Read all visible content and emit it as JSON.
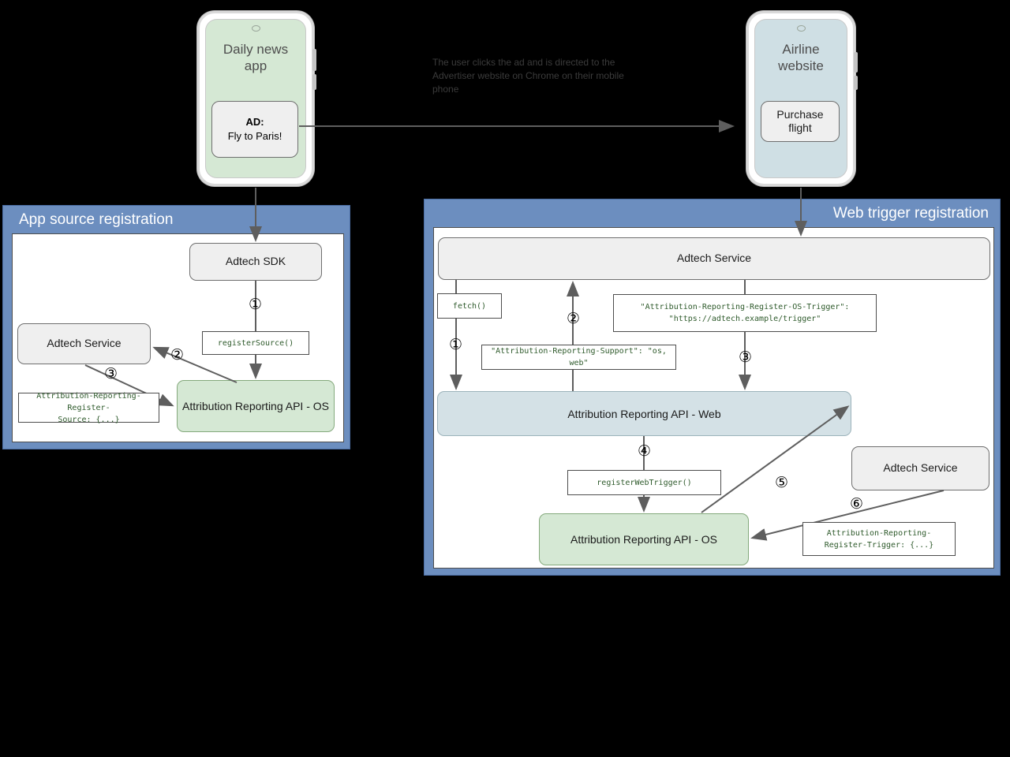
{
  "caption": "The user clicks the ad and is directed to the Advertiser website on Chrome on their mobile phone",
  "phones": {
    "left": {
      "title": "Daily news\napp",
      "ad_title": "AD:",
      "ad_text": "Fly to Paris!"
    },
    "right": {
      "title": "Airline\nwebsite",
      "button": "Purchase\nflight"
    }
  },
  "app_panel": {
    "title": "App source registration",
    "sdk": "Adtech SDK",
    "adtech_service": "Adtech Service",
    "register_source": "registerSource()",
    "api_os": "Attribution Reporting API - OS",
    "header_label": "Attribution-Reporting-Register-\nSource: {...}",
    "steps": [
      "①",
      "②",
      "③"
    ]
  },
  "web_panel": {
    "title": "Web trigger registration",
    "adtech_service_top": "Adtech Service",
    "adtech_service_bottom": "Adtech Service",
    "fetch": "fetch()",
    "support_header": "\"Attribution-Reporting-Support\": \"os, web\"",
    "os_trigger_header": "\"Attribution-Reporting-Register-OS-Trigger\":\n\"https://adtech.example/trigger\"",
    "api_web": "Attribution Reporting API - Web",
    "api_os": "Attribution Reporting API - OS",
    "register_web_trigger": "registerWebTrigger()",
    "register_trigger_header": "Attribution-Reporting-\nRegister-Trigger: {...}",
    "steps": [
      "①",
      "②",
      "③",
      "④",
      "⑤",
      "⑥"
    ]
  },
  "colors": {
    "panel_blue": "#6c8ebf",
    "green_box": "#d5e8d4",
    "blue_box": "#d4e1e6",
    "gray_box": "#efefef",
    "code_text": "#2e5a2b",
    "connector": "#5e5e5e"
  }
}
